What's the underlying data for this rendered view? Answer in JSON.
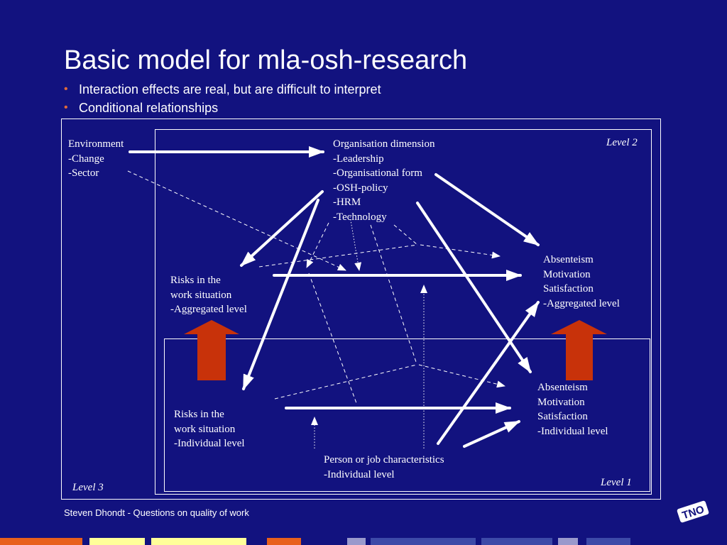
{
  "slide": {
    "title": "Basic model for mla-osh-research",
    "bullets": [
      "Interaction effects are real, but are difficult to interpret",
      "Conditional relationships"
    ],
    "footer": "Steven Dhondt - Questions on quality of work",
    "colors": {
      "background": "#12127f",
      "bullet": "#e06a3a",
      "level_arrow": "#c8320a",
      "text": "#ffffff"
    }
  },
  "diagram": {
    "environment": [
      "Environment",
      "-Change",
      "-Sector"
    ],
    "organisation": [
      "Organisation dimension",
      "-Leadership",
      "-Organisational form",
      "-OSH-policy",
      "-HRM",
      "-Technology"
    ],
    "risks_aggregated": [
      "Risks in the",
      "work situation",
      "-Aggregated level"
    ],
    "outcomes_aggregated": [
      "Absenteism",
      "Motivation",
      "Satisfaction",
      "-Aggregated level"
    ],
    "risks_individual": [
      "Risks in the",
      "work situation",
      "-Individual level"
    ],
    "outcomes_individual": [
      "Absenteism",
      "Motivation",
      "Satisfaction",
      "-Individual level"
    ],
    "person_job": [
      "Person or job characteristics",
      "-Individual level"
    ],
    "levels": {
      "level1": "Level 1",
      "level2": "Level 2",
      "level3": "Level 3"
    }
  },
  "logo": {
    "text": "TNO",
    "icon": "tno-logo-icon"
  }
}
